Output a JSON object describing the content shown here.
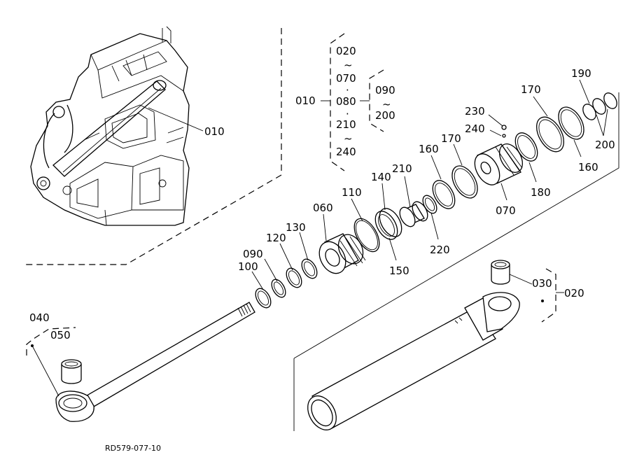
{
  "drawing_id": "RD579-077-10",
  "group": {
    "label_010": "010",
    "label_020": "020",
    "tilde_1": "~",
    "label_070": "070",
    "dot_1": "·",
    "label_080": "080",
    "sub_090": "090",
    "sub_tilde": "~",
    "sub_200": "200",
    "dot_2": "·",
    "label_210": "210",
    "tilde_2": "~",
    "label_240": "240"
  },
  "callouts": {
    "p010": "010",
    "p020": "020",
    "p030": "030",
    "p040": "040",
    "p050": "050",
    "p060": "060",
    "p070": "070",
    "p090": "090",
    "p100": "100",
    "p110": "110",
    "p120": "120",
    "p130": "130",
    "p140": "140",
    "p150": "150",
    "p160a": "160",
    "p160b": "160",
    "p170a": "170",
    "p170b": "170",
    "p180": "180",
    "p190": "190",
    "p200": "200",
    "p210": "210",
    "p220": "220",
    "p230": "230",
    "p240": "240"
  }
}
